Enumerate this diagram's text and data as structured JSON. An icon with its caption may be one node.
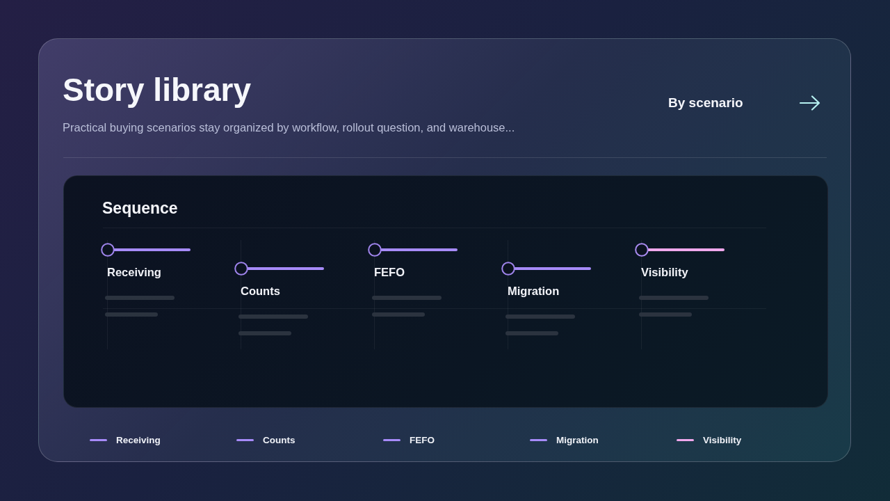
{
  "diagram": {
    "title": "Story library",
    "nodes": [
      {
        "text": [
          "Sequence"
        ]
      },
      {
        "text": [
          "Receiving"
        ],
        "in": 0
      },
      {
        "text": [
          "Counts"
        ],
        "in": 0
      },
      {
        "text": [
          "FEFO"
        ],
        "in": 0
      },
      {
        "text": [
          "Migration"
        ],
        "in": 0
      },
      {
        "text": [
          "Visibility"
        ],
        "in": 0
      }
    ],
    "labels": [
      "Practical buying scenarios stay organized by workflow, rollout question, and warehouse...",
      "By scenario"
    ],
    "legend": [
      {
        "text": "Receiving",
        "color": "#a78bfa"
      },
      {
        "text": "Counts",
        "color": "#a78bfa"
      },
      {
        "text": "FEFO",
        "color": "#a78bfa"
      },
      {
        "text": "Migration",
        "color": "#a78bfa"
      },
      {
        "text": "Visibility",
        "color": "#f0a8ec"
      }
    ]
  }
}
